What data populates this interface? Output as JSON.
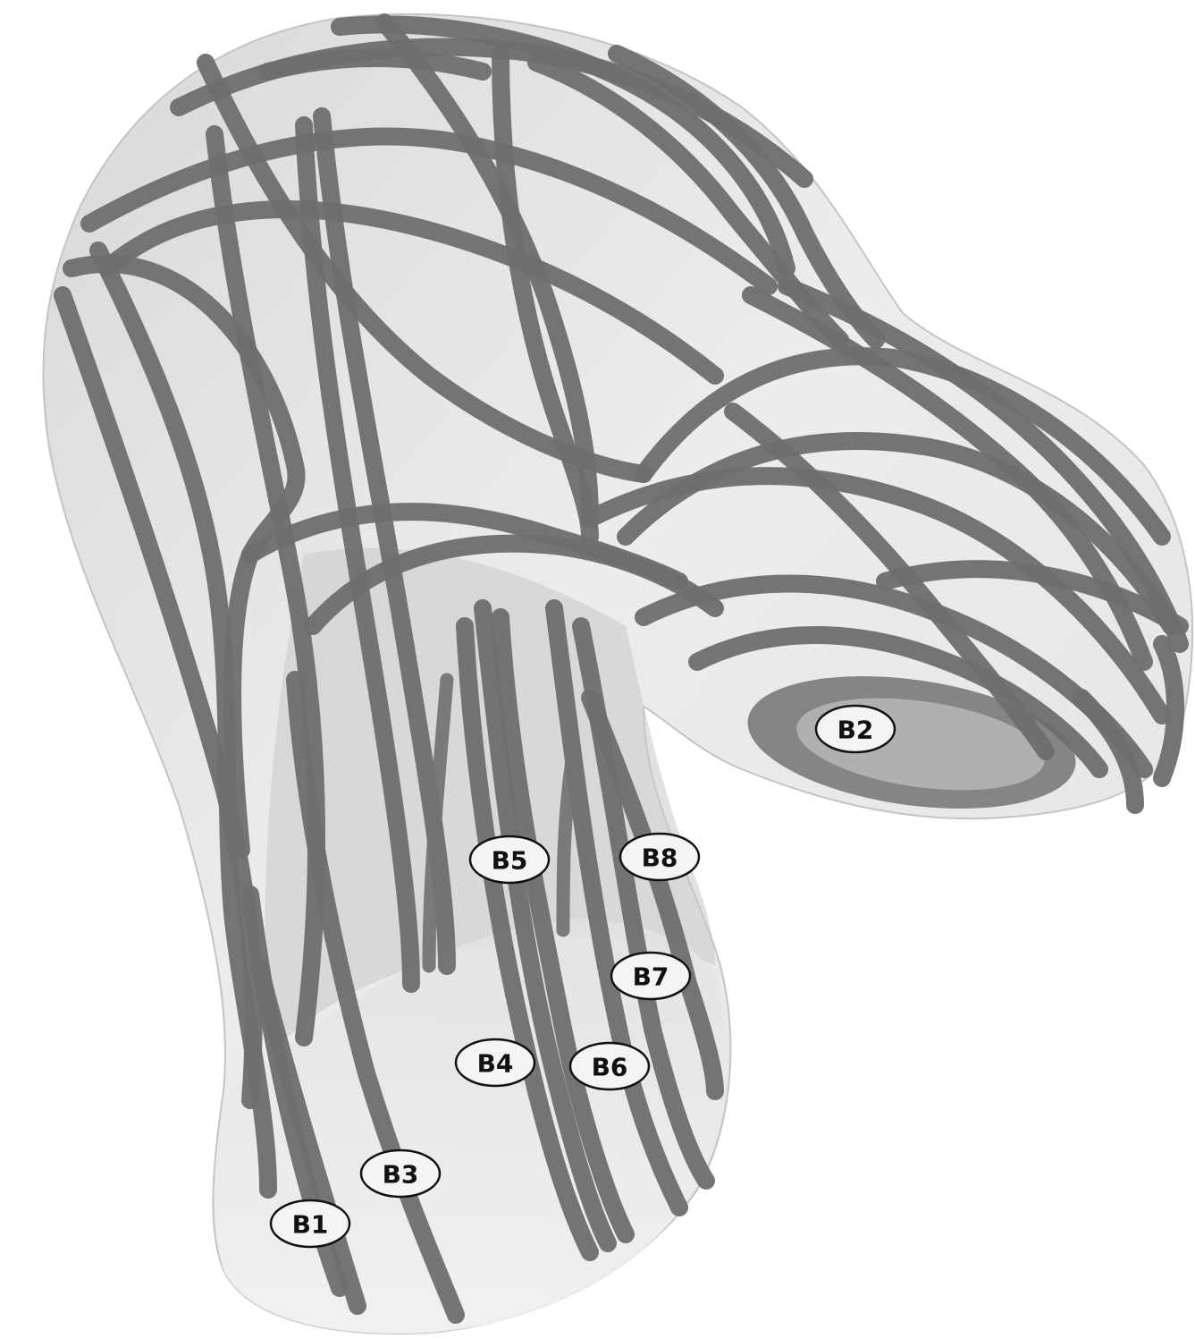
{
  "labels": [
    {
      "id": "B1",
      "text": "B1"
    },
    {
      "id": "B2",
      "text": "B2"
    },
    {
      "id": "B3",
      "text": "B3"
    },
    {
      "id": "B4",
      "text": "B4"
    },
    {
      "id": "B5",
      "text": "B5"
    },
    {
      "id": "B6",
      "text": "B6"
    },
    {
      "id": "B7",
      "text": "B7"
    },
    {
      "id": "B8",
      "text": "B8"
    }
  ],
  "colors": {
    "surface": "#e6e6e6",
    "strip": "#6e6e6e",
    "label_fill": "#f4f4f4",
    "label_stroke": "#111111"
  }
}
